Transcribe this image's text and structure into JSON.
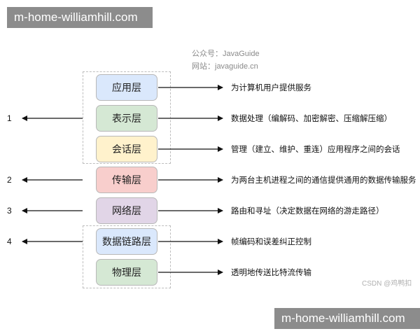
{
  "banner": {
    "top": "m-home-williamhill.com",
    "bottom": "m-home-williamhill.com"
  },
  "watermark": {
    "line1": "公众号：JavaGuide",
    "line2": "网站：javaguide.cn"
  },
  "csdn_mark": "CSDN @鸡鸭扣",
  "layers": [
    {
      "label": "应用层",
      "fill": "#dae8fc",
      "description": "为计算机用户提供服务",
      "number": ""
    },
    {
      "label": "表示层",
      "fill": "#d5e8d4",
      "description": "数据处理（编解码、加密解密、压缩解压缩）",
      "number": "1"
    },
    {
      "label": "会话层",
      "fill": "#fff2cc",
      "description": "管理（建立、维护、重连）应用程序之间的会话",
      "number": ""
    },
    {
      "label": "传输层",
      "fill": "#f8cecc",
      "description": "为两台主机进程之间的通信提供通用的数据传输服务",
      "number": "2"
    },
    {
      "label": "网络层",
      "fill": "#e1d5e7",
      "description": "路由和寻址（决定数据在网络的游走路径）",
      "number": "3"
    },
    {
      "label": "数据链路层",
      "fill": "#dae8fc",
      "description": "帧编码和误差纠正控制",
      "number": "4"
    },
    {
      "label": "物理层",
      "fill": "#d5e8d4",
      "description": "透明地传送比特流传输",
      "number": ""
    }
  ]
}
